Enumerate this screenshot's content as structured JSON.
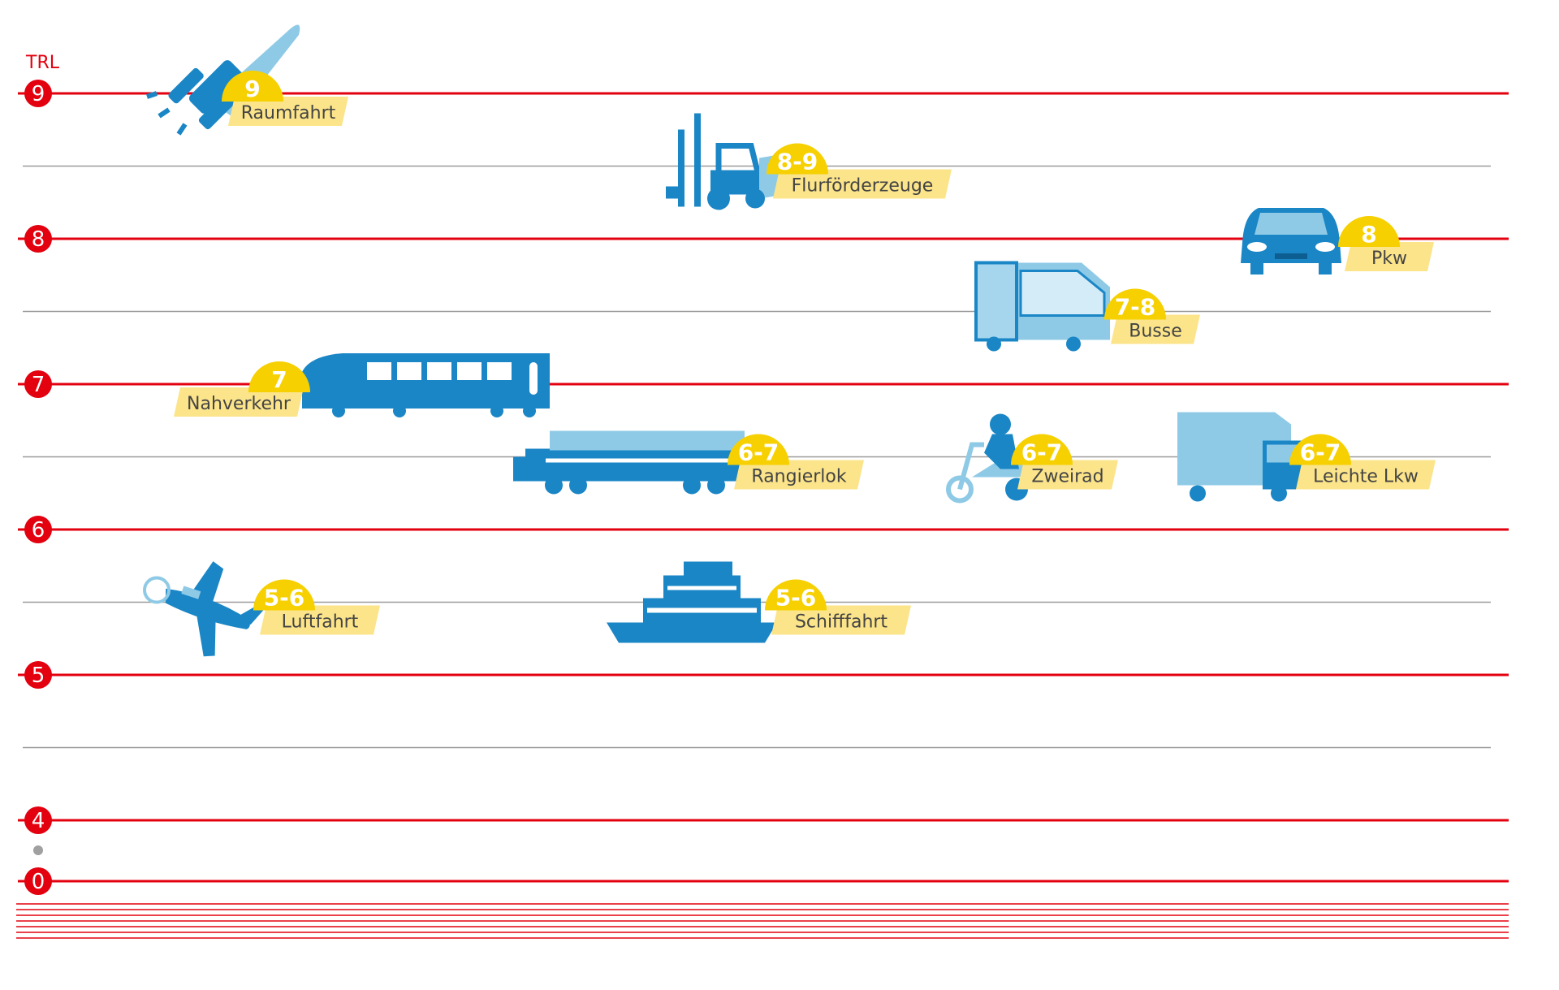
{
  "chart_data": {
    "type": "scatter",
    "title": "",
    "ylabel": "TRL",
    "y_ticks": [
      "9",
      "8",
      "7",
      "6",
      "5",
      "4",
      "0"
    ],
    "grid": true,
    "points": [
      {
        "name": "Raumfahrt",
        "value": "9",
        "icon": "rocket-icon"
      },
      {
        "name": "Flurförderzeuge",
        "value": "8-9",
        "icon": "forklift-icon"
      },
      {
        "name": "Pkw",
        "value": "8",
        "icon": "car-icon"
      },
      {
        "name": "Busse",
        "value": "7-8",
        "icon": "bus-icon"
      },
      {
        "name": "Nahverkehr",
        "value": "7",
        "icon": "train-icon"
      },
      {
        "name": "Rangierlok",
        "value": "6-7",
        "icon": "locomotive-icon"
      },
      {
        "name": "Zweirad",
        "value": "6-7",
        "icon": "scooter-icon"
      },
      {
        "name": "Leichte Lkw",
        "value": "6-7",
        "icon": "truck-icon"
      },
      {
        "name": "Luftfahrt",
        "value": "5-6",
        "icon": "airplane-icon"
      },
      {
        "name": "Schifffahrt",
        "value": "5-6",
        "icon": "ship-icon"
      }
    ]
  },
  "colors": {
    "axis_red": "#e3000f",
    "grid_gray": "#9a9a9a",
    "badge_yellow": "#f6d000",
    "label_yellow": "#fbe48a",
    "icon_blue_dark": "#1a86c6",
    "icon_blue_light": "#8ecae6"
  }
}
